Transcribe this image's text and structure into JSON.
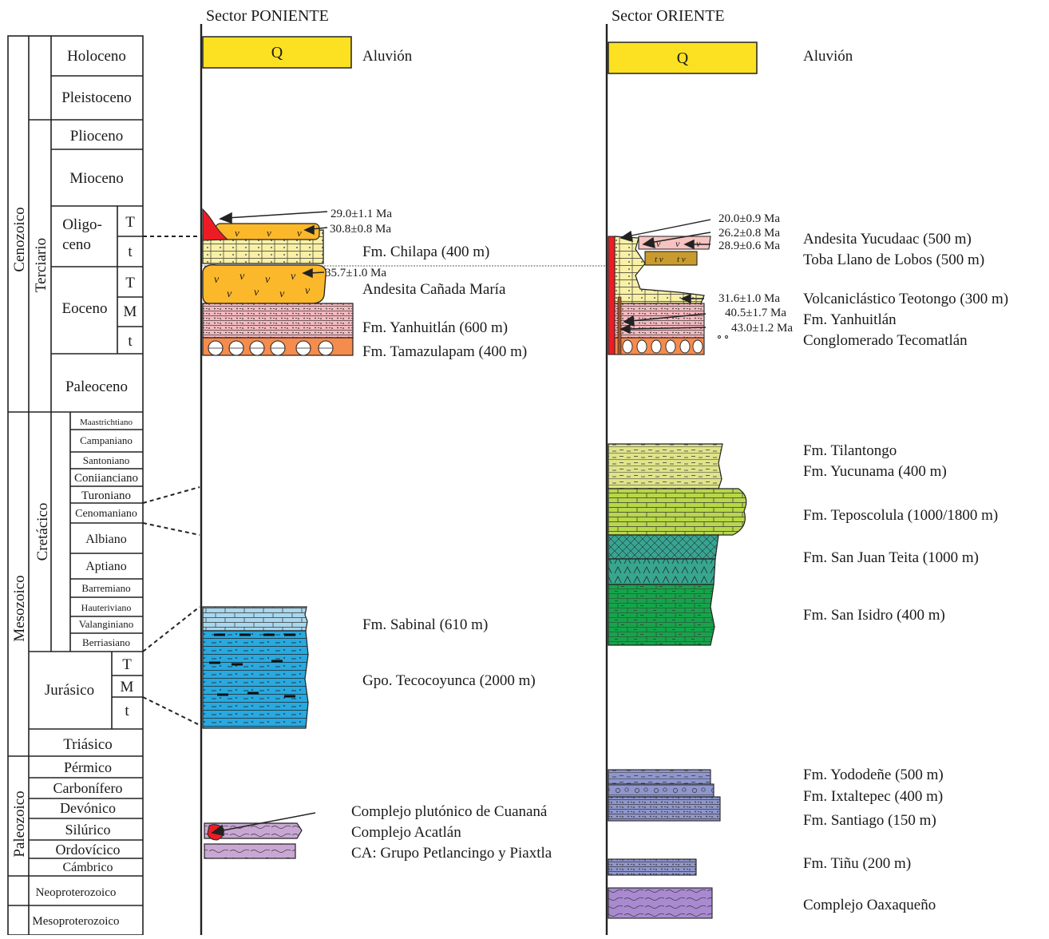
{
  "sectors": {
    "west": "Sector PONIENTE",
    "east": "Sector ORIENTE"
  },
  "eras": {
    "cenozoic": "Cenozoico",
    "mesozoic": "Mesozoico",
    "paleozoic": "Paleozoico"
  },
  "periods": {
    "tertiary": "Terciario",
    "cretaceous": "Cretácico",
    "jurassic": "Jurásico",
    "triassic": "Triásico"
  },
  "epochs": {
    "holocene": "Holoceno",
    "pleistocene": "Pleistoceno",
    "pliocene": "Plioceno",
    "miocene": "Mioceno",
    "oligocene_1": "Oligo-",
    "oligocene_2": "ceno",
    "eocene": "Eoceno",
    "paleocene": "Paleoceno"
  },
  "subdivisions": {
    "upper": "T",
    "middle": "M",
    "lower": "t"
  },
  "cretaceous_stages": [
    "Maastrichtiano",
    "Campaniano",
    "Santoniano",
    "Coniianciano",
    "Turoniano",
    "Cenomaniano",
    "Albiano",
    "Aptiano",
    "Barremiano",
    "Hauteriviano",
    "Valanginiano",
    "Berriasiano"
  ],
  "paleozoic_periods": [
    "Pérmico",
    "Carbonífero",
    "Devónico",
    "Silúrico",
    "Ordovícico",
    "Cámbrico"
  ],
  "proterozoic": [
    "Neoproterozoico",
    "Mesoproterozoico"
  ],
  "q_label": "Q",
  "west_labels": {
    "aluvion": "Aluvión",
    "chilapa": "Fm. Chilapa (400 m)",
    "canada_maria": "Andesita Cañada María",
    "yanhuitlan": "Fm. Yanhuitlán (600 m)",
    "tamazulapam": "Fm. Tamazulapam (400 m)",
    "sabinal": "Fm. Sabinal (610 m)",
    "tecocoyunca": "Gpo. Tecocoyunca (2000 m)",
    "cuanana": "Complejo plutónico de Cuananá",
    "acatlan": "Complejo Acatlán",
    "petlancingo": "CA: Grupo Petlancingo y Piaxtla"
  },
  "west_ages": {
    "a1": "29.0±1.1 Ma",
    "a2": "30.8±0.8 Ma",
    "a3": "35.7±1.0 Ma"
  },
  "east_labels": {
    "aluvion": "Aluvión",
    "yucudaac": "Andesita Yucudaac (500 m)",
    "llano_lobos": "Toba Llano de Lobos (500 m)",
    "teotongo": "Volcaniclástico Teotongo  (300 m)",
    "yanhuitlan": "Fm. Yanhuitlán",
    "tecomatlan": "Conglomerado  Tecomatlán",
    "tilantongo": "Fm. Tilantongo",
    "yucunama": "Fm. Yucunama (400 m)",
    "teposcolula": "Fm. Teposcolula (1000/1800 m)",
    "teita": "Fm. San Juan Teita (1000 m)",
    "san_isidro": "Fm. San Isidro (400 m)",
    "yododene": "Fm. Yododeñe (500 m)",
    "ixtaltepec": "Fm. Ixtaltepec (400 m)",
    "santiago": "Fm. Santiago (150 m)",
    "tinu": "Fm. Tiñu (200 m)",
    "oaxaqueno": "Complejo Oaxaqueño"
  },
  "east_ages": {
    "a1": "20.0±0.9 Ma",
    "a2": "26.2±0.8 Ma",
    "a3": "28.9±0.6 Ma",
    "a4": "31.6±1.0 Ma",
    "a5": "40.5±1.7 Ma",
    "a6": "43.0±1.2 Ma"
  },
  "volcanic_mark": "v",
  "tuff_mark": "t v",
  "colors": {
    "alluvium": "#fbe122",
    "red_intrusion": "#ed1c24",
    "andesite": "#fbb82b",
    "sandstone": "#f8f0a6",
    "yanhuitlan": "#f4b9bf",
    "tamazulapam": "#f58b4c",
    "tuff": "#c99a2e",
    "andesite_pink": "#f7c3c0",
    "tilantongo": "#dfe48a",
    "teposcolula": "#b8d84a",
    "teita": "#37a68f",
    "san_isidro": "#16a44b",
    "sabinal": "#a9d7ee",
    "tecocoyunca": "#27a9e1",
    "paleozoic_blue": "#8f96cc",
    "acatlan": "#c9a7d4",
    "oaxaqueno": "#a98ad0"
  }
}
